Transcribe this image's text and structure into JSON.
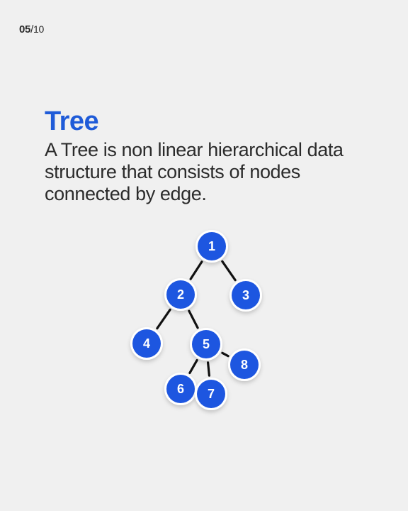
{
  "page_counter": {
    "current": "05",
    "total": "10"
  },
  "title": "Tree",
  "description": "A Tree is non linear hierarchical data structure that consists of nodes connected by edge.",
  "colors": {
    "accent": "#1f5bd8",
    "node_fill": "#1d56e0",
    "edge": "#111111",
    "background": "#f0f0f0"
  },
  "tree": {
    "nodes": [
      {
        "id": "n1",
        "label": "1"
      },
      {
        "id": "n2",
        "label": "2"
      },
      {
        "id": "n3",
        "label": "3"
      },
      {
        "id": "n4",
        "label": "4"
      },
      {
        "id": "n5",
        "label": "5"
      },
      {
        "id": "n6",
        "label": "6"
      },
      {
        "id": "n7",
        "label": "7"
      },
      {
        "id": "n8",
        "label": "8"
      }
    ],
    "edges": [
      {
        "from": "n1",
        "to": "n2"
      },
      {
        "from": "n1",
        "to": "n3"
      },
      {
        "from": "n2",
        "to": "n4"
      },
      {
        "from": "n2",
        "to": "n5"
      },
      {
        "from": "n5",
        "to": "n6"
      },
      {
        "from": "n5",
        "to": "n7"
      },
      {
        "from": "n5",
        "to": "n8"
      }
    ]
  }
}
